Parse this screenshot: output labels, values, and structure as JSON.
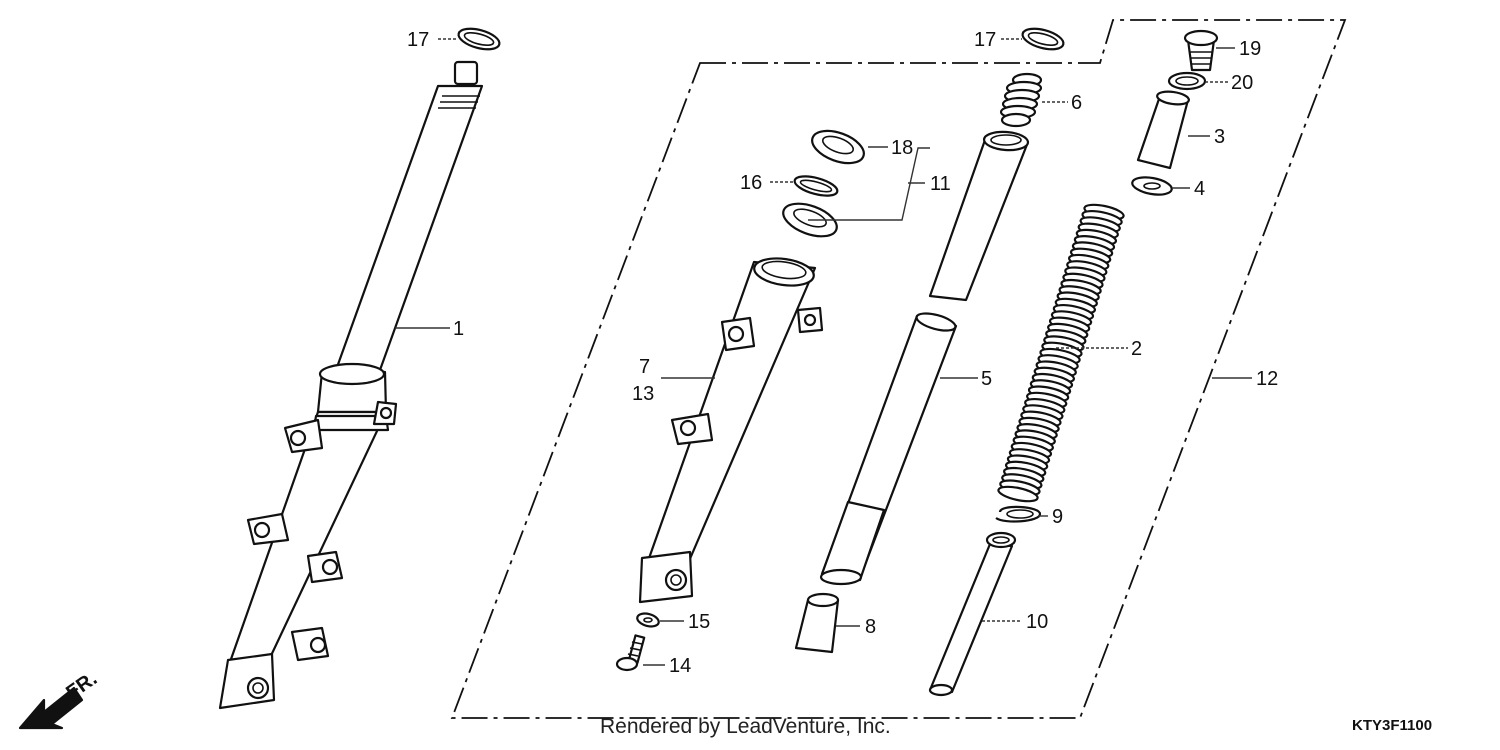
{
  "labels": {
    "l1": "1",
    "l2": "2",
    "l3": "3",
    "l4": "4",
    "l5": "5",
    "l6": "6",
    "l7": "7",
    "l8": "8",
    "l9": "9",
    "l10": "10",
    "l11": "11",
    "l12": "12",
    "l13": "13",
    "l14": "14",
    "l15": "15",
    "l16": "16",
    "l17a": "17",
    "l17b": "17",
    "l18": "18",
    "l19": "19",
    "l20": "20"
  },
  "footer": {
    "credit": "Rendered by LeadVenture, Inc.",
    "code": "KTY3F1100"
  },
  "direction": "FR."
}
